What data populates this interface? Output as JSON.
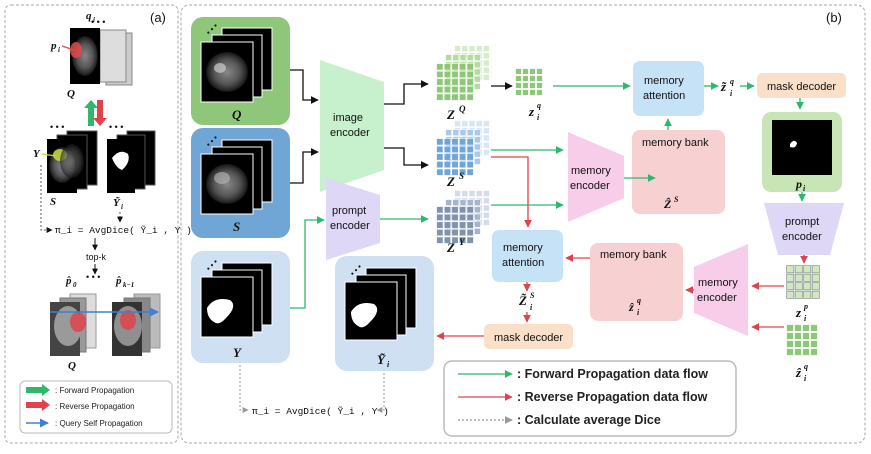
{
  "panel_a": {
    "tag": "(a)",
    "q_i": "q",
    "q_i_sub": "i",
    "p_i": "p",
    "p_i_sub": "i",
    "Q": "Q",
    "Y": "Y",
    "S": "S",
    "Y_tilde": "Ỹ",
    "Y_tilde_sub": "i",
    "formula": "π_i = AvgDice( Ỹ_i , Y )",
    "topk": "top-k",
    "p0": "p̂",
    "p0_sub": "0",
    "pk": "p̂",
    "pk_sub": "k−1",
    "Q_bottom": "Q",
    "legend": [
      {
        "label": ": Forward Propagation",
        "color": "#2eb86b"
      },
      {
        "label": ": Reverse Propagation",
        "color": "#e0434b"
      },
      {
        "label": ": Query Self Propagation",
        "color": "#3e7fd0"
      }
    ]
  },
  "panel_b": {
    "tag": "(b)",
    "Q": "Q",
    "S": "S",
    "Y": "Y",
    "Y_tilde": "Ỹ",
    "Y_tilde_sub": "i",
    "image_encoder": [
      "image",
      "encoder"
    ],
    "prompt_encoder_left": [
      "prompt",
      "encoder"
    ],
    "memory_encoder_top": [
      "memory",
      "encoder"
    ],
    "memory_encoder_right": [
      "memory",
      "encoder"
    ],
    "prompt_encoder_right": [
      "prompt",
      "encoder"
    ],
    "memory_attention_top": [
      "memory",
      "attention"
    ],
    "memory_attention_mid": [
      "memory",
      "attention"
    ],
    "memory_bank_top": "memory bank",
    "memory_bank_mid": "memory bank",
    "mask_decoder_top": "mask decoder",
    "mask_decoder_bottom": "mask decoder",
    "ZQ": "Z",
    "ZQ_sup": "Q",
    "ZS": "Z",
    "ZS_sup": "S",
    "ZY": "Z",
    "ZY_sup": "Y",
    "zq": "z",
    "zq_sup": "q",
    "zq_sub": "i",
    "zq_tilde": "z̃",
    "zq_tilde_sup": "q",
    "zq_tilde_sub": "i",
    "ZS_hat": "Ẑ",
    "ZS_hat_sup": "S",
    "zS_tilde": "Z̃",
    "zS_tilde_sup": "S",
    "zS_tilde_sub": "i",
    "zq_hat": "ẑ",
    "zq_hat_sup": "q",
    "zq_hat_sub": "i",
    "p_i": "p",
    "p_i_sub": "i",
    "zp": "z",
    "zp_sup": "p",
    "zp_sub": "i",
    "zq_bottom": "ẑ",
    "zq_bottom_sup": "q",
    "zq_bottom_sub": "i",
    "formula": "π_i = AvgDice( Ỹ_i , Y )",
    "legend": [
      {
        "label": ": Forward Propagation data flow",
        "color": "#2eb86b"
      },
      {
        "label": ": Reverse Propagation data flow",
        "color": "#e0434b"
      },
      {
        "label": ": Calculate average Dice",
        "color": "#999999"
      }
    ]
  },
  "colors": {
    "green_box": "#8ec779",
    "blue_box": "#6fa6d6",
    "input_y_box": "#cfe0f3",
    "image_encoder": "#c7f0cc",
    "prompt_encoder": "#ded7f5",
    "memory_encoder": "#f7cde9",
    "memory_attention": "#c6e2f7",
    "memory_bank": "#f7d0d2",
    "mask_decoder": "#fbe0c9",
    "forward": "#2eb86b",
    "reverse": "#e0434b"
  }
}
